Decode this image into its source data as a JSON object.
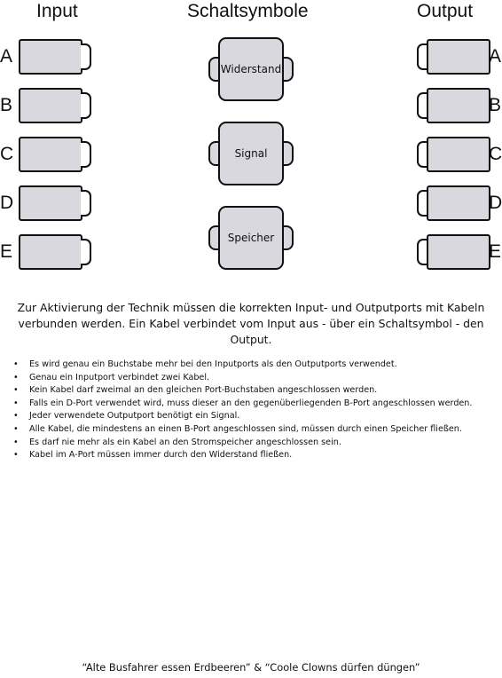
{
  "headings": {
    "input": "Input",
    "symbols": "Schaltsymbole",
    "output": "Output"
  },
  "input_ports": [
    "A",
    "B",
    "C",
    "D",
    "E"
  ],
  "output_ports": [
    "A",
    "B",
    "C",
    "D",
    "E"
  ],
  "symbols": [
    "Widerstand",
    "Signal",
    "Speicher"
  ],
  "intro": {
    "line1": "Zur Aktivierung der Technik müssen die korrekten Input- und Outputports mit Kabeln",
    "line2": "verbunden werden. Ein Kabel verbindet vom Input aus - über ein Schaltsymbol - den Output."
  },
  "bullet_glyph": "•",
  "rules": [
    "Es wird genau ein Buchstabe mehr bei den Inputports als den Outputports verwendet.",
    "Genau ein Inputport verbindet zwei Kabel.",
    "Kein Kabel darf zweimal an den gleichen Port-Buchstaben angeschlossen werden.",
    "Falls ein D-Port verwendet wird, muss dieser an den gegenüberliegenden B-Port angeschlossen werden.",
    "Jeder verwendete Outputport benötigt ein Signal.",
    "Alle Kabel, die mindestens an einen B-Port angeschlossen sind, müssen durch einen Speicher fließen.",
    "Es darf nie mehr als ein Kabel an den Stromspeicher angeschlossen sein.",
    "Kabel im A-Port müssen immer durch den Widerstand fließen."
  ],
  "footer": "“Alte Busfahrer essen Erdbeeren” & “Coole Clowns dürfen düngen”"
}
